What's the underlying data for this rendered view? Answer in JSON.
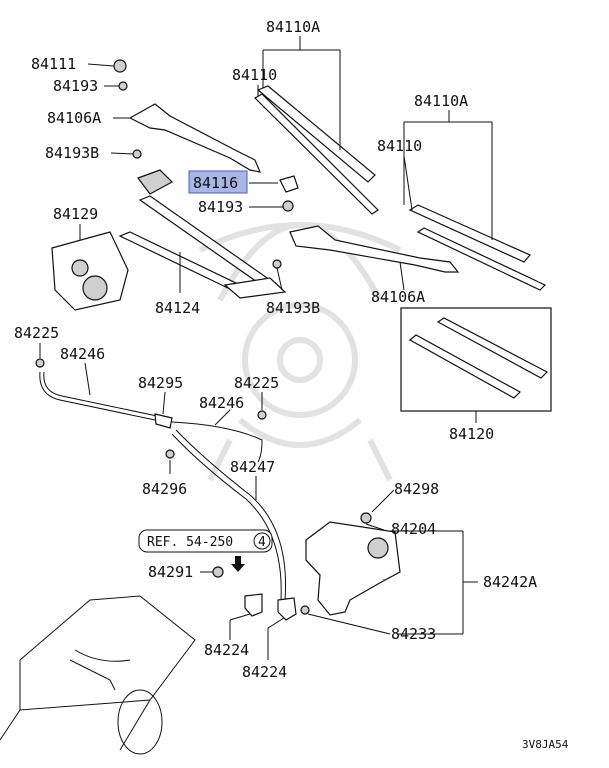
{
  "highlight_color": "#aab6e6",
  "labels": {
    "l84111": "84111",
    "l84193_top": "84193",
    "l84106A_left": "84106A",
    "l84193B_left": "84193B",
    "l84116": "84116",
    "l84193_mid": "84193",
    "l84129": "84129",
    "l84124": "84124",
    "l84193B_right": "84193B",
    "l84110A_top": "84110A",
    "l84110_top": "84110",
    "l84110A_right": "84110A",
    "l84110_right": "84110",
    "l84106A_right": "84106A",
    "l84120": "84120",
    "l84225_left": "84225",
    "l84246_left": "84246",
    "l84295": "84295",
    "l84225_mid": "84225",
    "l84246_mid": "84246",
    "l84296": "84296",
    "l84247": "84247",
    "l84298": "84298",
    "l84204": "84204",
    "l84242A": "84242A",
    "l84291": "84291",
    "l84233": "84233",
    "l84224_a": "84224",
    "l84224_b": "84224"
  },
  "reference": {
    "text": "REF. 54-250",
    "circle_num": "4"
  },
  "diagram_code": "3V8JA54",
  "icons": {
    "watermark": "samurai-helmet-watermark-icon",
    "arrow": "up-arrow-icon"
  }
}
